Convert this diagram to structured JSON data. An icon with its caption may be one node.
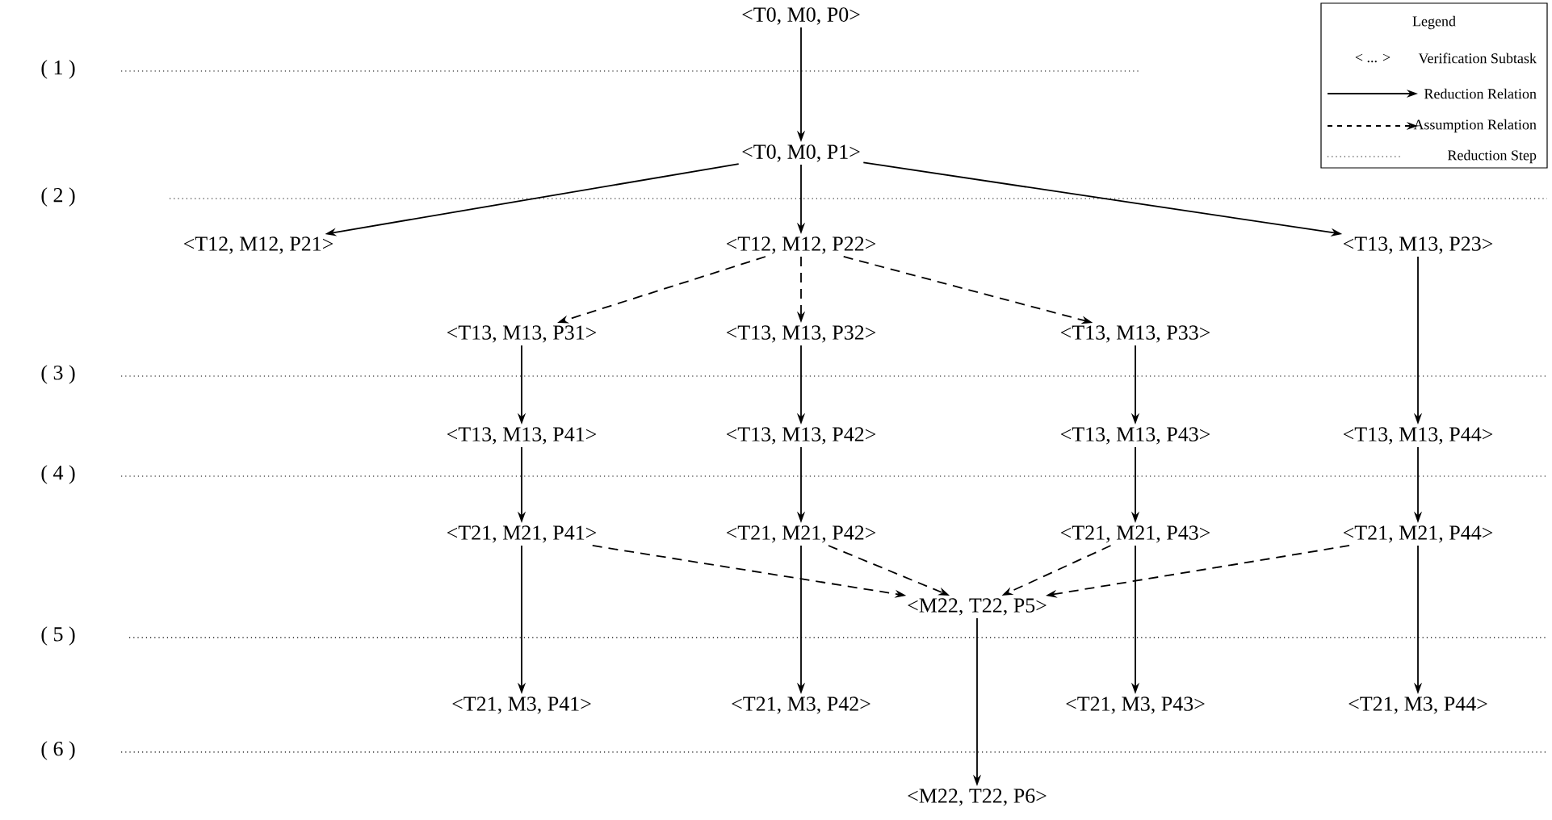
{
  "diagram": {
    "nodes": [
      {
        "text": [
          "<T0, M0, P0>"
        ]
      },
      {
        "text": [
          "<T0, M0, P1>"
        ]
      },
      {
        "text": [
          "<T12, M12, P21>"
        ]
      },
      {
        "text": [
          "<T12, M12, P22>"
        ]
      },
      {
        "text": [
          "<T13, M13, P23>"
        ]
      },
      {
        "text": [
          "<T13, M13, P31>"
        ]
      },
      {
        "text": [
          "<T13, M13, P32>"
        ]
      },
      {
        "text": [
          "<T13, M13, P33>"
        ]
      },
      {
        "text": [
          "<T13, M13, P41>"
        ]
      },
      {
        "text": [
          "<T13, M13, P42>"
        ]
      },
      {
        "text": [
          "<T13, M13, P43>"
        ]
      },
      {
        "text": [
          "<T13, M13, P44>"
        ]
      },
      {
        "text": [
          "<T21, M21, P41>"
        ]
      },
      {
        "text": [
          "<T21, M21, P42>"
        ]
      },
      {
        "text": [
          "<T21, M21, P43>"
        ]
      },
      {
        "text": [
          "<T21, M21, P44>"
        ]
      },
      {
        "text": [
          "<M22, T22, P5>"
        ]
      },
      {
        "text": [
          "<T21, M3, P41>"
        ]
      },
      {
        "text": [
          "<T21, M3, P42>"
        ]
      },
      {
        "text": [
          "<T21, M3, P43>"
        ]
      },
      {
        "text": [
          "<T21, M3, P44>"
        ]
      },
      {
        "text": [
          "<M22, T22, P6>"
        ]
      }
    ],
    "edges": [
      {
        "from": 0,
        "to": 1,
        "arrow": "to"
      },
      {
        "from": 1,
        "to": 2,
        "arrow": "to"
      },
      {
        "from": 1,
        "to": 3,
        "arrow": "to"
      },
      {
        "from": 1,
        "to": 4,
        "arrow": "to"
      },
      {
        "from": 3,
        "to": 5,
        "arrow": "to",
        "style": "dashed"
      },
      {
        "from": 3,
        "to": 6,
        "arrow": "to",
        "style": "dashed"
      },
      {
        "from": 3,
        "to": 7,
        "arrow": "to",
        "style": "dashed"
      },
      {
        "from": 5,
        "to": 8,
        "arrow": "to"
      },
      {
        "from": 6,
        "to": 9,
        "arrow": "to"
      },
      {
        "from": 7,
        "to": 10,
        "arrow": "to"
      },
      {
        "from": 4,
        "to": 11,
        "arrow": "to"
      },
      {
        "from": 8,
        "to": 12,
        "arrow": "to"
      },
      {
        "from": 9,
        "to": 13,
        "arrow": "to"
      },
      {
        "from": 10,
        "to": 14,
        "arrow": "to"
      },
      {
        "from": 11,
        "to": 15,
        "arrow": "to"
      },
      {
        "from": 12,
        "to": 16,
        "arrow": "to",
        "style": "dashed"
      },
      {
        "from": 13,
        "to": 16,
        "arrow": "to",
        "style": "dashed"
      },
      {
        "from": 14,
        "to": 16,
        "arrow": "to",
        "style": "dashed"
      },
      {
        "from": 15,
        "to": 16,
        "arrow": "to",
        "style": "dashed"
      },
      {
        "from": 12,
        "to": 17,
        "arrow": "to"
      },
      {
        "from": 13,
        "to": 18,
        "arrow": "to"
      },
      {
        "from": 14,
        "to": 19,
        "arrow": "to"
      },
      {
        "from": 15,
        "to": 20,
        "arrow": "to"
      },
      {
        "from": 16,
        "to": 21,
        "arrow": "to"
      }
    ],
    "labels": [
      "Legend",
      "< ... >",
      "( 1 )",
      "( 2 )",
      "( 3 )",
      "( 4 )",
      "( 5 )",
      "( 6 )"
    ],
    "legend": [
      {
        "text": "Verification Subtask"
      },
      {
        "text": "Reduction Relation"
      },
      {
        "text": "Assumption Relation"
      },
      {
        "text": "Reduction Step"
      }
    ]
  }
}
